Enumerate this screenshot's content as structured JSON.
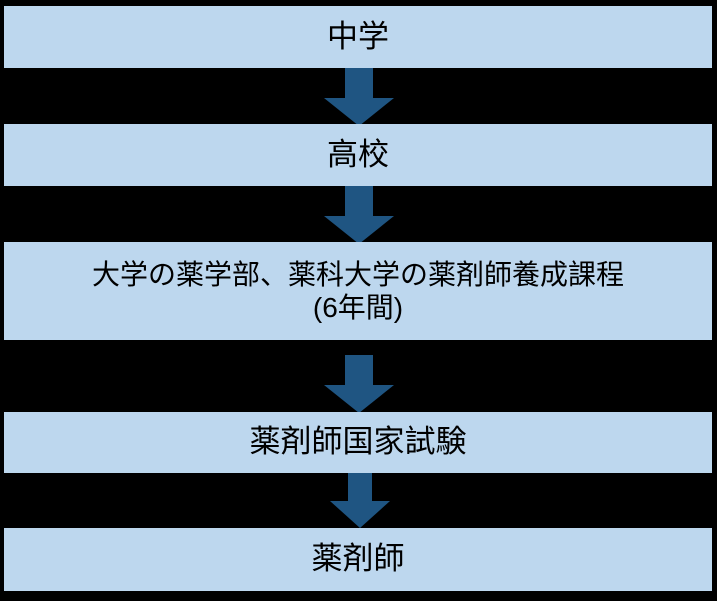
{
  "diagram": {
    "type": "flowchart",
    "orientation": "vertical-top-to-bottom",
    "title_text": "",
    "colors": {
      "background": "#000000",
      "node_fill": "#bdd7ee",
      "node_text": "#000000",
      "arrow_fill": "#1f5582"
    },
    "nodes": [
      {
        "id": "node-1",
        "label": "中学"
      },
      {
        "id": "node-2",
        "label": "高校"
      },
      {
        "id": "node-3",
        "label": "大学の薬学部、薬科大学の薬剤師養成課程\n(6年間)"
      },
      {
        "id": "node-4",
        "label": "薬剤師国家試験"
      },
      {
        "id": "node-5",
        "label": "薬剤師"
      }
    ],
    "connectors": [
      {
        "id": "arrow-1",
        "from": "node-1",
        "to": "node-2",
        "shape": "down-arrow"
      },
      {
        "id": "arrow-2",
        "from": "node-2",
        "to": "node-3",
        "shape": "down-arrow"
      },
      {
        "id": "arrow-3",
        "from": "node-3",
        "to": "node-4",
        "shape": "down-arrow"
      },
      {
        "id": "arrow-4",
        "from": "node-4",
        "to": "node-5",
        "shape": "down-arrow"
      }
    ]
  }
}
